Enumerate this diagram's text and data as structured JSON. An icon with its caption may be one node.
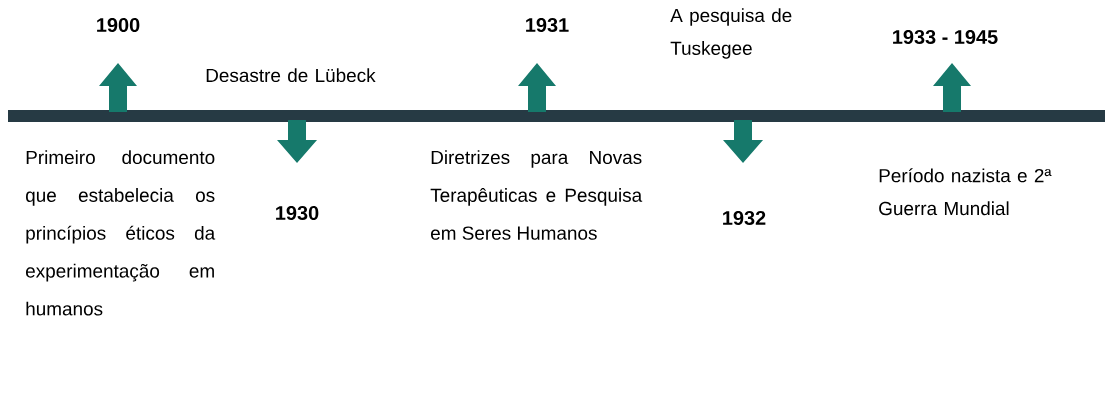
{
  "diagram": {
    "labels": [
      "1900",
      "Desastre de Lübeck",
      "Primeiro documento que estabelecia os princípios éticos da experimentação em humanos",
      "1930",
      "1931",
      "Diretrizes para Novas Terapêuticas e Pesquisa em Seres Humanos",
      "A pesquisa de Tuskegee",
      "1932",
      "1933 - 1945",
      "Período nazista e 2ª Guerra Mundial"
    ]
  }
}
